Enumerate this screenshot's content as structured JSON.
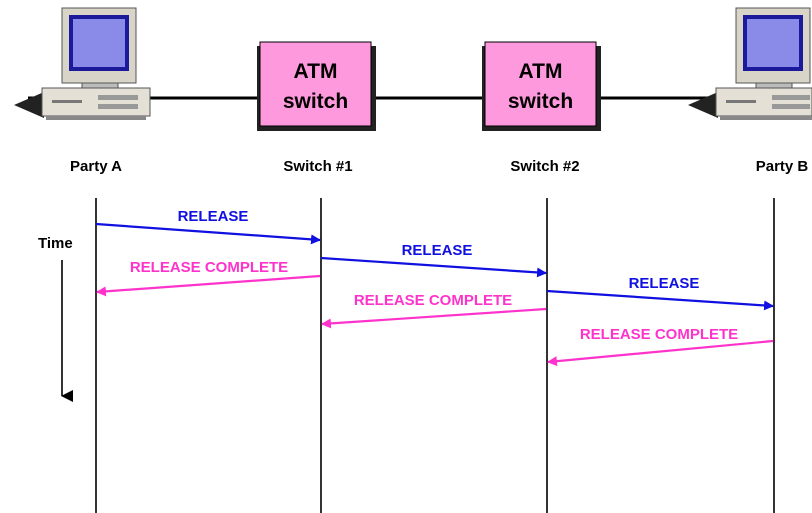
{
  "nodes": [
    {
      "id": "party-a",
      "label": "Party A",
      "kind": "computer"
    },
    {
      "id": "switch-1",
      "label": "Switch #1",
      "kind": "switch",
      "box_lines": [
        "ATM",
        "switch"
      ]
    },
    {
      "id": "switch-2",
      "label": "Switch #2",
      "kind": "switch",
      "box_lines": [
        "ATM",
        "switch"
      ]
    },
    {
      "id": "party-b",
      "label": "Party B",
      "kind": "computer"
    }
  ],
  "time_label": "Time",
  "messages": [
    {
      "label": "RELEASE",
      "from": "party-a",
      "to": "switch-1",
      "color": "#1010e0"
    },
    {
      "label": "RELEASE COMPLETE",
      "from": "switch-1",
      "to": "party-a",
      "color": "#ff33cc"
    },
    {
      "label": "RELEASE",
      "from": "switch-1",
      "to": "switch-2",
      "color": "#1010e0"
    },
    {
      "label": "RELEASE COMPLETE",
      "from": "switch-2",
      "to": "switch-1",
      "color": "#ff33cc"
    },
    {
      "label": "RELEASE",
      "from": "switch-2",
      "to": "party-b",
      "color": "#1010e0"
    },
    {
      "label": "RELEASE COMPLETE",
      "from": "party-b",
      "to": "switch-2",
      "color": "#ff33cc"
    }
  ],
  "colors": {
    "switch_fill": "#ff99dd",
    "release": "#1010e0",
    "release_complete": "#ff33cc",
    "line": "#000000"
  }
}
